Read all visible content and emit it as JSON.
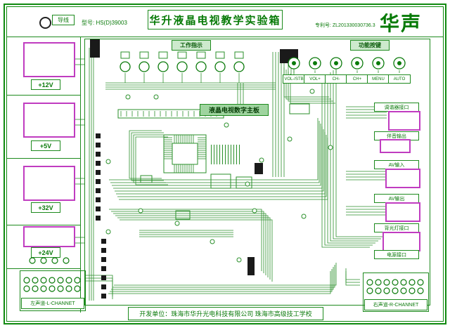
{
  "colors": {
    "green": "#1d8a1d",
    "magenta": "#c03cc0"
  },
  "header": {
    "wire_label": "导线",
    "model": "型号: HS(D)39003",
    "title": "华升液晶电视教学实验箱",
    "patent": "专利号: ZL201330030736.3",
    "brand": "华声"
  },
  "left_panel": {
    "labels": [
      "+12V",
      "+5V",
      "+32V",
      "+24V"
    ]
  },
  "indicator_panel": {
    "label": "工作指示"
  },
  "function_panel": {
    "label": "功能按键",
    "buttons": [
      "VOL-/STB",
      "VOL+",
      "CH-",
      "CH+",
      "MENU",
      "AUTO"
    ]
  },
  "mainboard": {
    "label": "液晶电视数字主板"
  },
  "right_panel": {
    "labels": [
      "调谐器接口",
      "伴音输出",
      "AV输入",
      "AV输出",
      "背光灯接口",
      "电源接口"
    ]
  },
  "speakers": {
    "left": "左声道-L-CHANNET",
    "right": "右声道-R-CHANNET"
  },
  "footer": {
    "developer": "开发单位：珠海市华升光电科技有限公司  珠海市高级技工学校"
  }
}
